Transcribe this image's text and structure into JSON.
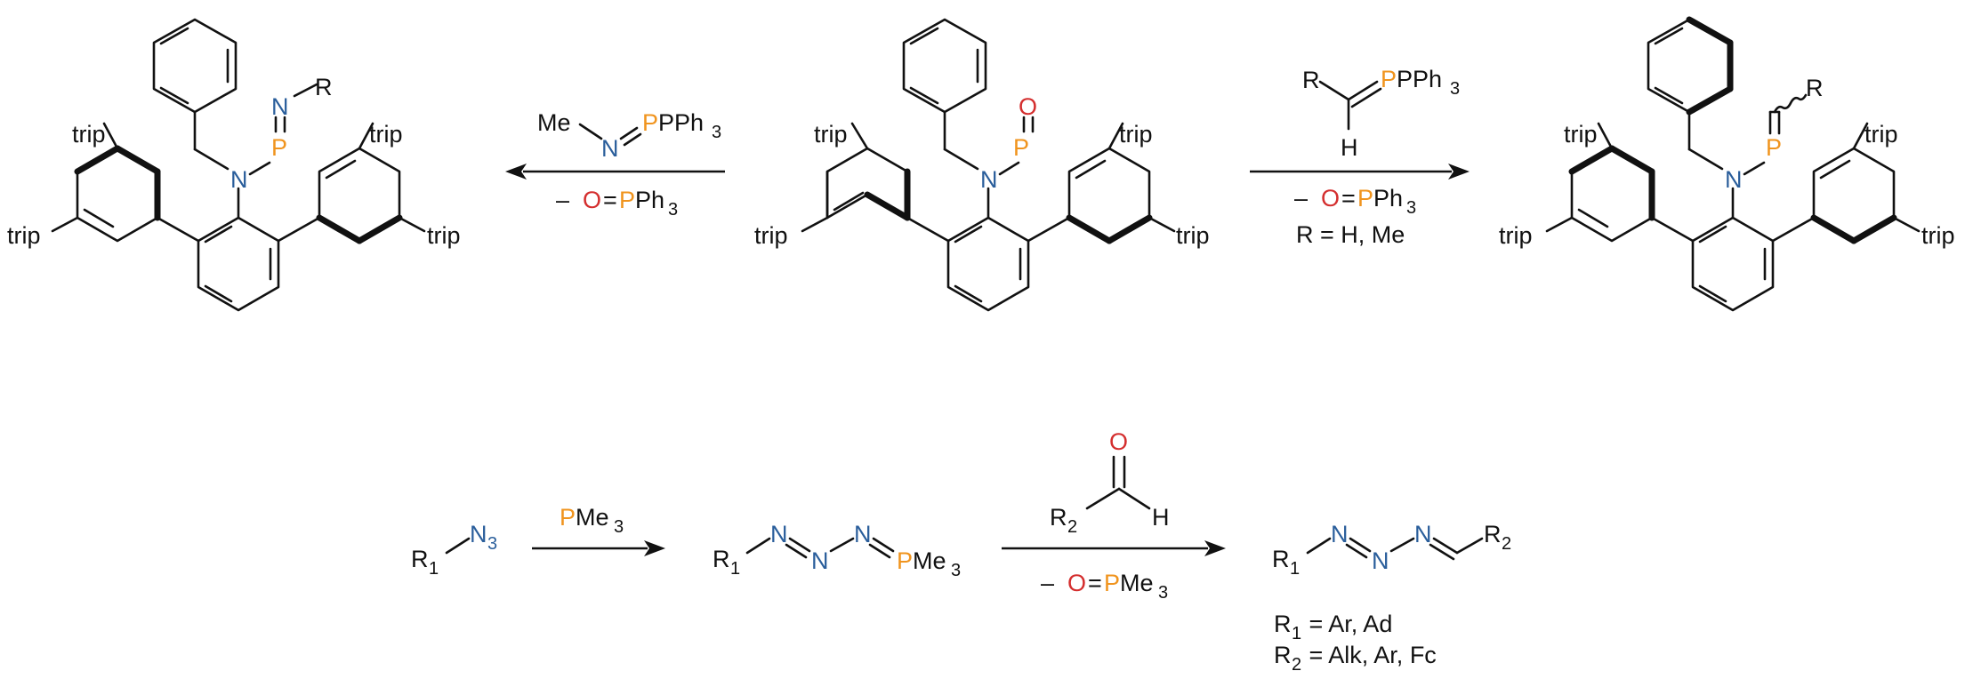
{
  "colors": {
    "P": "#f0941e",
    "N": "#2a5e9b",
    "O": "#d42e2e",
    "bond": "#111111",
    "background": "#ffffff"
  },
  "atoms": {
    "P": "P",
    "N": "N",
    "O": "O",
    "H": "H",
    "R": "R"
  },
  "labels": {
    "trip": "trip",
    "Me": "Me",
    "PPh3": "PPh",
    "PMe3": "PMe",
    "sub3": "3",
    "eq": "=",
    "minus": "–",
    "R1": "R",
    "R2": "R",
    "sub1": "1",
    "sub2": "2",
    "N3": "N"
  },
  "conditions": {
    "top_left_below": [
      "–",
      "O",
      "=",
      "P",
      "Ph",
      "3"
    ],
    "top_right_below": [
      "–",
      "O",
      "=",
      "P",
      "Ph",
      "3"
    ],
    "top_right_r": "R = H, Me",
    "bottom_plus": [
      "P",
      "Me",
      "3"
    ],
    "bottom_below": [
      "–",
      "O",
      "=",
      "P",
      "Me",
      "3"
    ]
  },
  "footnotes": {
    "r1": {
      "sym": "R",
      "sub": "1",
      "text": " = Ar, Ad"
    },
    "r2": {
      "sym": "R",
      "sub": "2",
      "text": " = Alk, Ar, Fc"
    }
  }
}
